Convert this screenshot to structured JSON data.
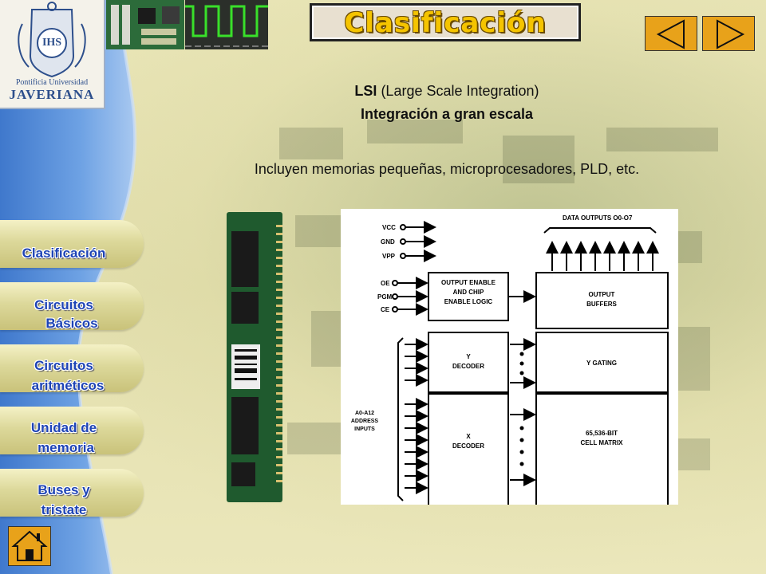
{
  "header": {
    "title": "Clasificación",
    "logo_text_line1": "Pontificia Universidad",
    "logo_text_line2": "JAVERIANA",
    "logo_monogram": "IHS"
  },
  "nav": {
    "prev_icon": "triangle-left-icon",
    "next_icon": "triangle-right-icon",
    "home_icon": "house-icon"
  },
  "content": {
    "line1_bold": "LSI",
    "line1_rest": " (Large Scale Integration)",
    "line2": "Integración a gran escala",
    "description": "Incluyen memorias pequeñas, microprocesadores, PLD, etc."
  },
  "diagram": {
    "data_outputs": "DATA OUTPUTS O0-O7",
    "vcc": "VCC",
    "gnd": "GND",
    "vpp": "VPP",
    "oe": "OE",
    "pgm": "PGM",
    "ce": "CE",
    "output_enable_l1": "OUTPUT ENABLE",
    "output_enable_l2": "AND CHIP",
    "output_enable_l3": "ENABLE LOGIC",
    "output_buffers_l1": "OUTPUT",
    "output_buffers_l2": "BUFFERS",
    "y_decoder_l1": "Y",
    "y_decoder_l2": "DECODER",
    "y_gating": "Y GATING",
    "address_l1": "A0-A12",
    "address_l2": "ADDRESS",
    "address_l3": "INPUTS",
    "x_decoder_l1": "X",
    "x_decoder_l2": "DECODER",
    "cell_matrix_l1": "65,536-BIT",
    "cell_matrix_l2": "CELL MATRIX"
  },
  "menu": {
    "clasificacion": [
      "Clasificación"
    ],
    "circuitos_basicos": [
      "Circuitos",
      "Básicos"
    ],
    "circuitos_aritmeticos": [
      "Circuitos",
      "aritméticos"
    ],
    "unidad_memoria": [
      "Unidad de",
      "memoria"
    ],
    "buses": [
      "Buses y",
      "tristate"
    ]
  },
  "colors": {
    "accent_orange": "#e8a21a",
    "title_yellow": "#f5c400",
    "menu_blue": "#1d43b6",
    "sidebar_blue": "#4f86d6"
  }
}
